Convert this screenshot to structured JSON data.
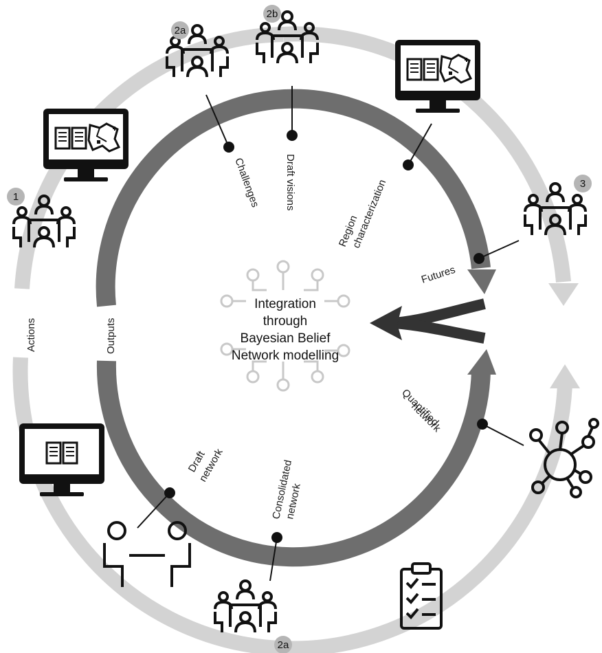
{
  "center": {
    "line1": "Integration",
    "line2": "through",
    "line3": "Bayesian Belief",
    "line4": "Network modelling"
  },
  "inner_labels": {
    "challenges": "Challenges",
    "draft_visions": "Draft visions",
    "region_line1": "Region",
    "region_line2": "characterization",
    "futures": "Futures",
    "quantified_line1": "Quantified",
    "quantified_line2": "network",
    "consolidated_line1": "Consolidated",
    "consolidated_line2": "network",
    "draft_network_line1": "Draft",
    "draft_network_line2": "network",
    "outputs": "Outputs"
  },
  "outer_labels": {
    "actions": "Actions"
  },
  "badges": {
    "b1": "1",
    "b2a_top": "2a",
    "b2b": "2b",
    "b3": "3",
    "b2a_bottom": "2a"
  },
  "colors": {
    "outer_ring": "#d3d3d3",
    "inner_ring": "#6e6e6e",
    "icon_stroke": "#111111",
    "badge_fill": "#b5b5b5",
    "center_icon": "#c8c8c8"
  },
  "icons": [
    "meeting-icon",
    "computer-map-icon",
    "computer-book-icon",
    "network-icon",
    "checklist-icon",
    "interview-icon",
    "circuit-brain-icon"
  ]
}
